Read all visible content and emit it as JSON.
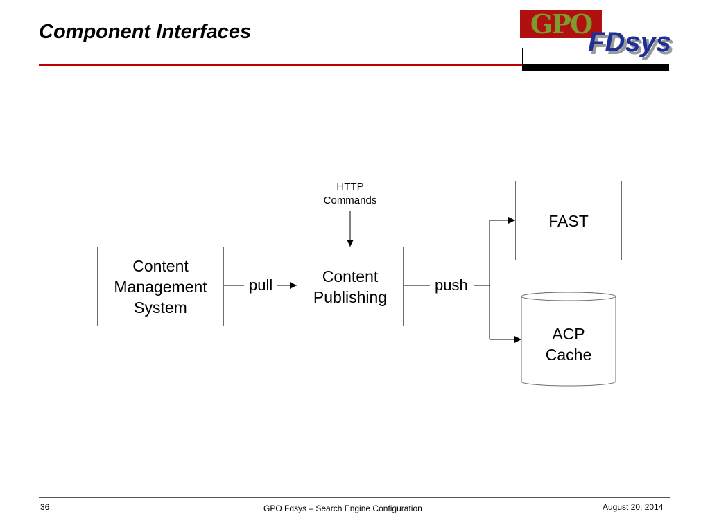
{
  "slide": {
    "title": "Component Interfaces"
  },
  "logo": {
    "gpo_text": "GPO",
    "fdsys_text": "FDsys"
  },
  "diagram": {
    "nodes": {
      "cms": {
        "lines": [
          "Content",
          "Management",
          "System"
        ]
      },
      "publishing": {
        "lines": [
          "Content",
          "Publishing"
        ]
      },
      "fast": {
        "lines": [
          "FAST"
        ]
      },
      "acp": {
        "lines": [
          "ACP",
          "Cache"
        ]
      }
    },
    "edge_labels": {
      "pull": "pull",
      "push": "push",
      "http_line1": "HTTP",
      "http_line2": "Commands"
    }
  },
  "footer": {
    "page_number": "36",
    "center_text": "GPO Fdsys – Search Engine Configuration",
    "date": "August 20, 2014"
  }
}
